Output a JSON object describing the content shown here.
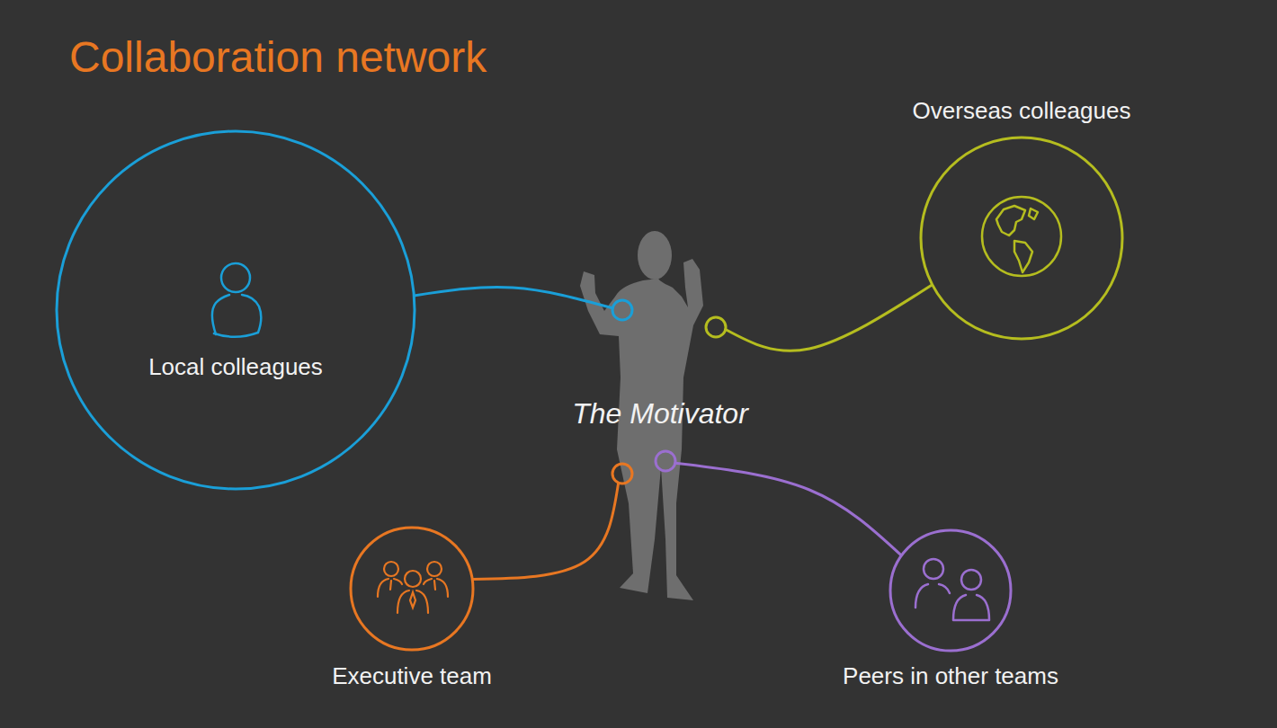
{
  "diagram": {
    "title": "Collaboration network",
    "nodes": [
      {
        "text": [
          "Local colleagues"
        ]
      },
      {
        "text": [
          "Overseas colleagues"
        ]
      },
      {
        "text": [
          "The Motivator"
        ]
      },
      {
        "text": [
          "Executive team"
        ]
      },
      {
        "text": [
          "Peers in other teams"
        ]
      }
    ],
    "edges": [
      {
        "from": 0,
        "to": 2,
        "arrow": "none"
      },
      {
        "from": 1,
        "to": 2,
        "arrow": "none"
      },
      {
        "from": 3,
        "to": 2,
        "arrow": "none"
      },
      {
        "from": 4,
        "to": 2,
        "arrow": "none"
      }
    ]
  }
}
